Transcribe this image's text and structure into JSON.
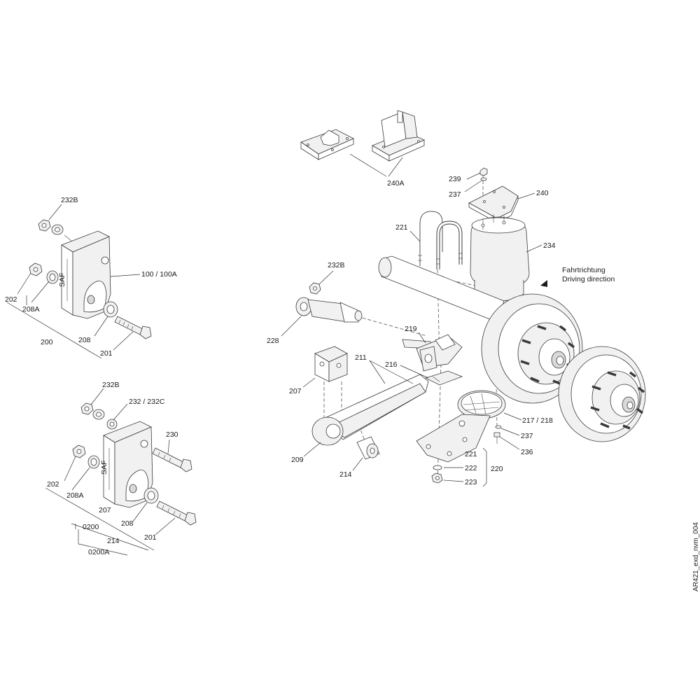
{
  "labels": {
    "l232b_a": "232B",
    "l100": "100 / 100A",
    "l202_a": "202",
    "l208a_a": "208A",
    "l208_a": "208",
    "l201_a": "201",
    "l200": "200",
    "l232b_b": "232B",
    "l232": "232 / 232C",
    "l230": "230",
    "l202_b": "202",
    "l208a_b": "208A",
    "l207_a": "207",
    "l208_b": "208",
    "l0200": "0200",
    "l214_a": "214",
    "l201_b": "201",
    "l0200a": "0200A",
    "l240a": "240A",
    "l239": "239",
    "l237_a": "237",
    "l240": "240",
    "l221_a": "221",
    "l234": "234",
    "l232b_c": "232B",
    "l228": "228",
    "l219": "219",
    "l211": "211",
    "l216": "216",
    "l207_b": "207",
    "l209": "209",
    "l214_b": "214",
    "l217": "217 / 218",
    "l237_b": "237",
    "l236": "236",
    "l221_b": "221",
    "l222": "222",
    "l220": "220",
    "l223": "223"
  },
  "direction": {
    "de": "Fahrtrichtung",
    "en": "Driving direction"
  },
  "drawing_id": "AR421_exd_nvm_004",
  "brand_mark": "SAF"
}
